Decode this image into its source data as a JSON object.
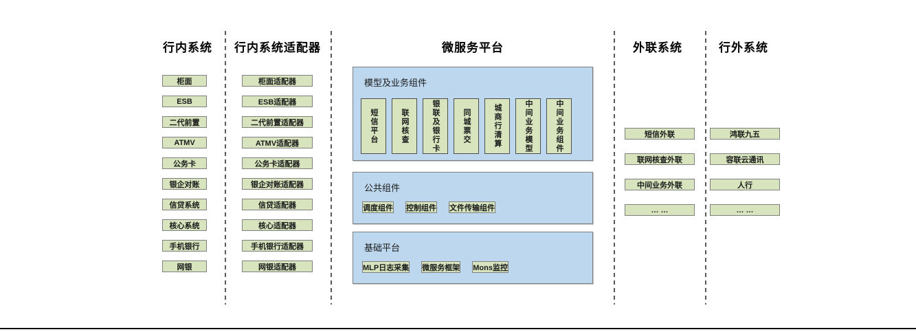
{
  "colors": {
    "green_fill": "#d7e4bd",
    "green_border": "#7f7f7f",
    "green_border_dark": "#4d4d4d",
    "blue_fill": "#bdd7ee",
    "blue_border": "#7f7f7f",
    "separator": "#595959",
    "text": "#1a1a1a"
  },
  "columns": {
    "internal_systems": {
      "header": "行内系统",
      "items": [
        "柜面",
        "ESB",
        "二代前置",
        "ATMV",
        "公务卡",
        "银企对账",
        "信贷系统",
        "核心系统",
        "手机银行",
        "网银"
      ]
    },
    "internal_adapters": {
      "header": "行内系统适配器",
      "items": [
        "柜面适配器",
        "ESB适配器",
        "二代前置适配器",
        "ATMV适配器",
        "公务卡适配器",
        "银企对账适配器",
        "信贷适配器",
        "核心适配器",
        "手机银行适配器",
        "网银适配器"
      ]
    },
    "microservice_platform": {
      "header": "微服务平台",
      "panels": {
        "model": {
          "title": "模型及业务组件",
          "items": [
            "短信平台",
            "联网核查",
            "银联及银行卡",
            "同城票交",
            "城商行清算",
            "中间业务模型",
            "中间业务组件"
          ]
        },
        "common": {
          "title": "公共组件",
          "items": [
            "调度组件",
            "控制组件",
            "文件传输组件"
          ]
        },
        "base": {
          "title": "基础平台",
          "items": [
            "MLP日志采集",
            "微服务框架",
            "Mons监控"
          ]
        }
      }
    },
    "external_link_systems": {
      "header": "外联系统",
      "items": [
        "短信外联",
        "联网核查外联",
        "中间业务外联",
        "… …"
      ]
    },
    "outside_systems": {
      "header": "行外系统",
      "items": [
        "鸿联九五",
        "容联云通讯",
        "人行",
        "… …"
      ]
    }
  }
}
